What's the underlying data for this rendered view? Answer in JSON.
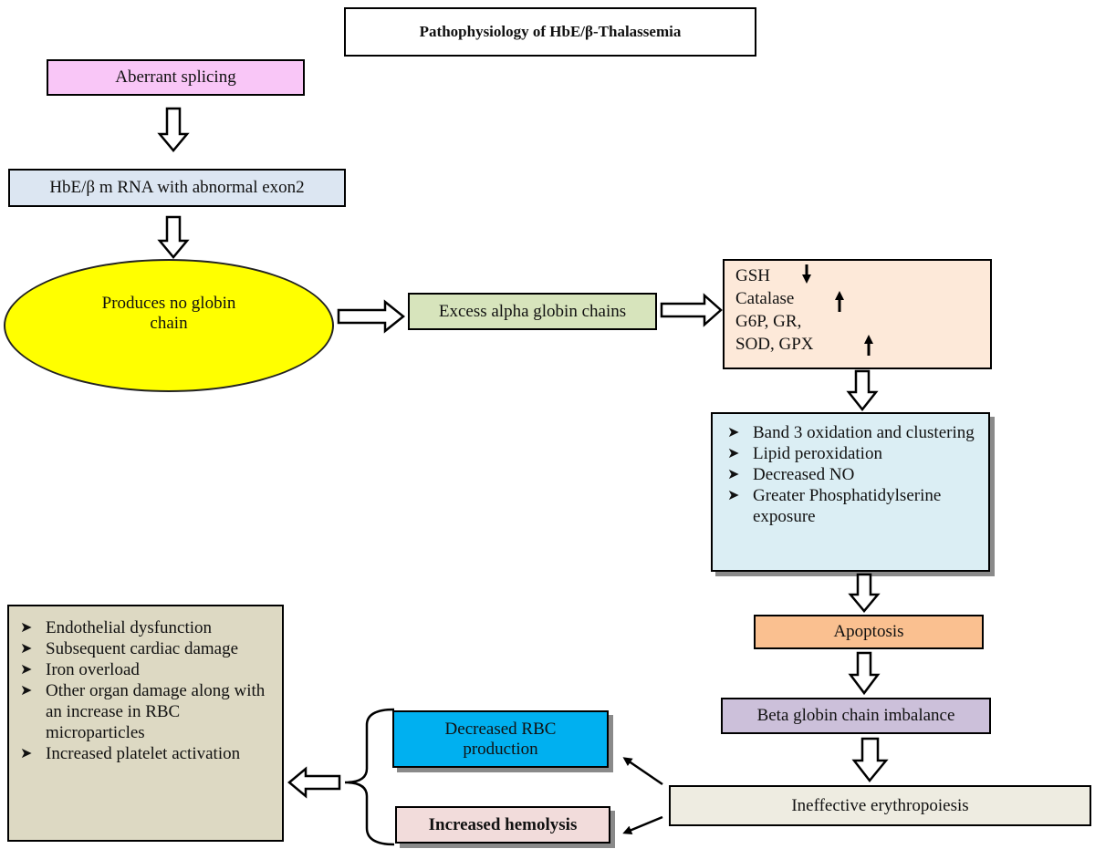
{
  "title": "Pathophysiology of HbE/β-Thalassemia",
  "nodes": {
    "aberrant_splicing": "Aberrant splicing",
    "mrna": "HbE/β m RNA with abnormal exon2",
    "no_globin": "Produces no globin chain",
    "excess_alpha": "Excess alpha globin chains",
    "apoptosis": "Apoptosis",
    "beta_imbalance": "Beta globin chain imbalance",
    "ineffective": "Ineffective erythropoiesis",
    "decreased_rbc": "Decreased RBC production",
    "increased_hemolysis": "Increased hemolysis"
  },
  "antioxidants": {
    "line1": "GSH",
    "line2": "Catalase",
    "line3": "G6P, GR,",
    "line4": "SOD, GPX"
  },
  "oxidative_effects": [
    "Band 3 oxidation and clustering",
    "Lipid peroxidation",
    "Decreased NO",
    "Greater Phosphatidylserine exposure"
  ],
  "outcomes": [
    "Endothelial dysfunction",
    "Subsequent cardiac damage",
    "Iron overload",
    "Other organ damage along with an increase in RBC microparticles",
    "Increased platelet activation"
  ],
  "colors": {
    "pink": "#f9c6f7",
    "light_blue": "#dce6f2",
    "yellow": "#ffff00",
    "green": "#d7e4bc",
    "peach": "#fde9d9",
    "cyan_light": "#dbeef4",
    "orange": "#fac090",
    "lavender": "#ccc0da",
    "beige": "#eeece1",
    "blue": "#00b0f0",
    "pink_light": "#f2dcdb",
    "tan": "#ddd9c3"
  }
}
